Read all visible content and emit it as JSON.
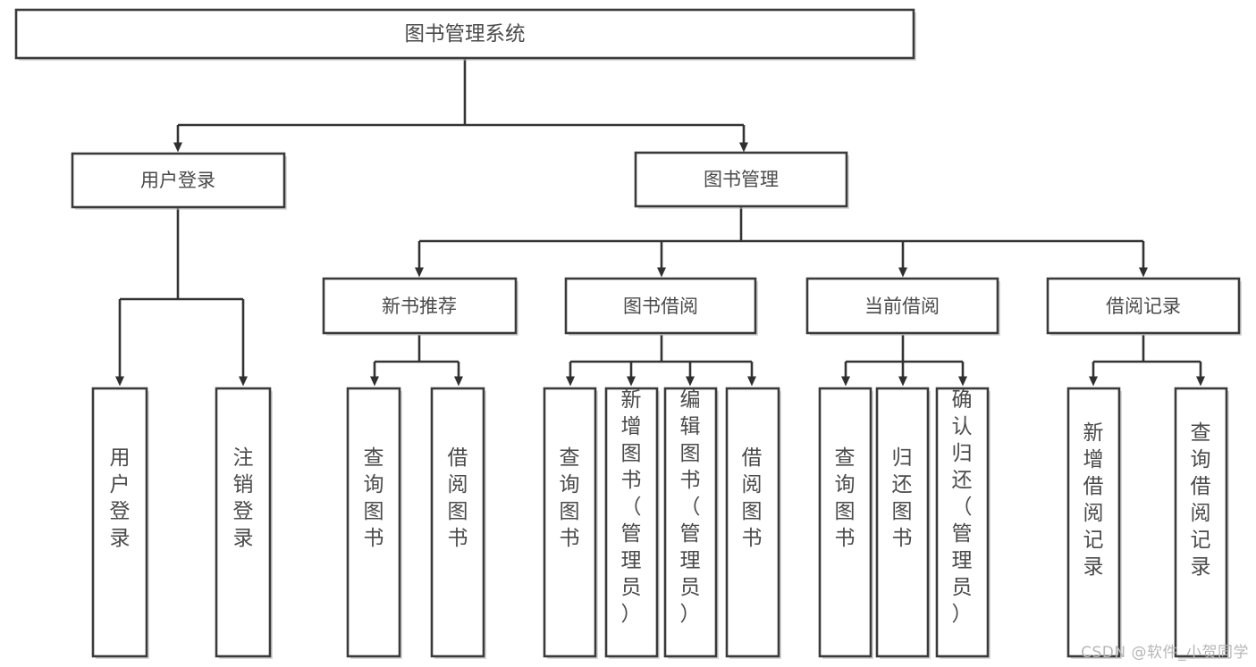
{
  "diagram": {
    "type": "tree",
    "title": "图书管理系统",
    "orientation": "top-down",
    "colors": {
      "background": "#ffffff",
      "box_fill": "#ffffff",
      "box_stroke": "#3a3a3a",
      "connector": "#333333",
      "label_text": "#4a4a4a",
      "watermark_text": "#b6b6b6"
    }
  },
  "root": {
    "label": "图书管理系统"
  },
  "level1": [
    {
      "id": "user-login",
      "label": "用户登录"
    },
    {
      "id": "book-manage",
      "label": "图书管理"
    }
  ],
  "level2": [
    {
      "id": "new-book-recommend",
      "label": "新书推荐",
      "parent": "book-manage"
    },
    {
      "id": "book-borrow",
      "label": "图书借阅",
      "parent": "book-manage"
    },
    {
      "id": "current-borrow",
      "label": "当前借阅",
      "parent": "book-manage"
    },
    {
      "id": "borrow-record",
      "label": "借阅记录",
      "parent": "book-manage"
    }
  ],
  "leaves": {
    "user-login": [
      {
        "id": "leaf-user-login",
        "label": "用户登录"
      },
      {
        "id": "leaf-user-logout",
        "label": "注销登录"
      }
    ],
    "new-book-recommend": [
      {
        "id": "leaf-query-book-1",
        "label": "查询图书"
      },
      {
        "id": "leaf-borrow-book-1",
        "label": "借阅图书"
      }
    ],
    "book-borrow": [
      {
        "id": "leaf-query-book-2",
        "label": "查询图书"
      },
      {
        "id": "leaf-add-book",
        "label": "新增图书（管理员）"
      },
      {
        "id": "leaf-edit-book",
        "label": "编辑图书（管理员）"
      },
      {
        "id": "leaf-borrow-book-2",
        "label": "借阅图书"
      }
    ],
    "current-borrow": [
      {
        "id": "leaf-query-book-3",
        "label": "查询图书"
      },
      {
        "id": "leaf-return-book",
        "label": "归还图书"
      },
      {
        "id": "leaf-confirm-return",
        "label": "确认归还（管理员）"
      }
    ],
    "borrow-record": [
      {
        "id": "leaf-add-record",
        "label": "新增借阅记录"
      },
      {
        "id": "leaf-query-record",
        "label": "查询借阅记录"
      }
    ]
  },
  "watermark": {
    "text": "CSDN @软件_小贺同学"
  }
}
